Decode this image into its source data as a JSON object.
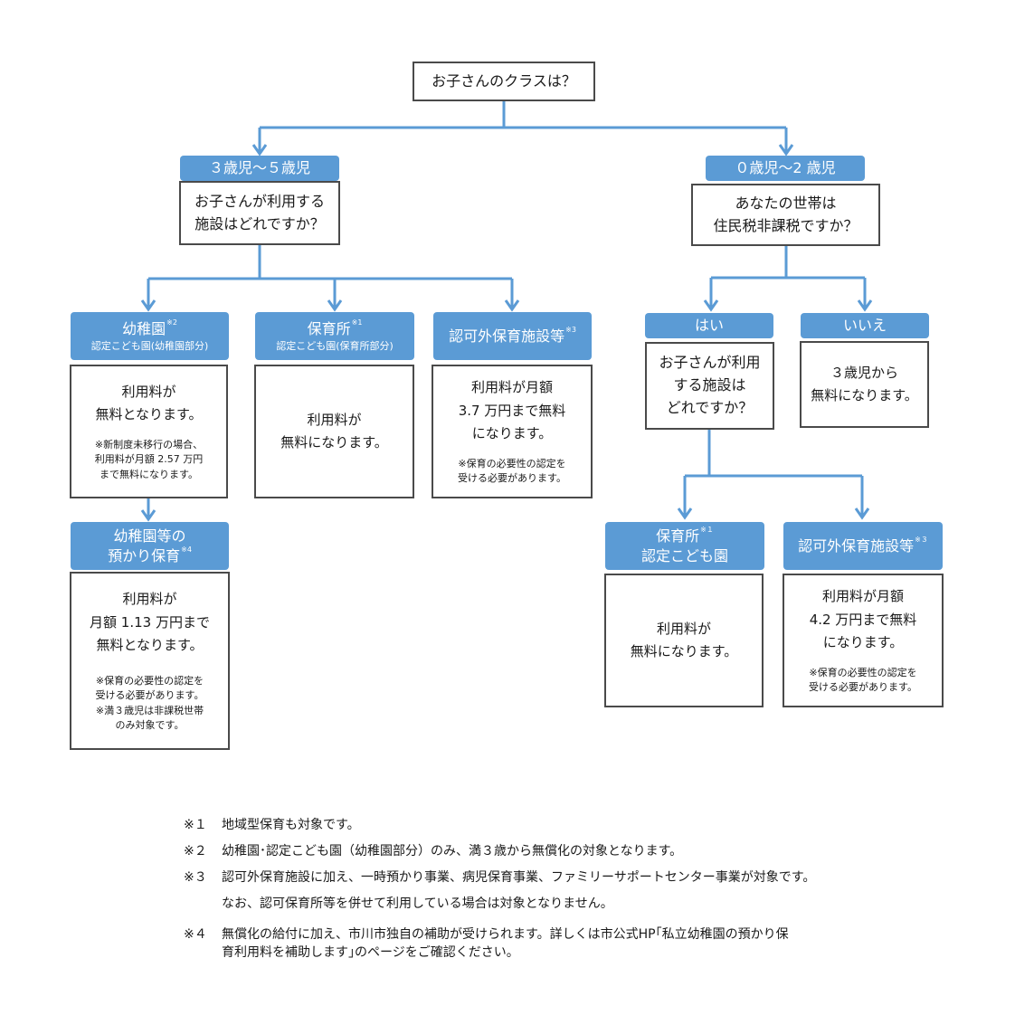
{
  "root": {
    "question": "お子さんのクラスは？"
  },
  "left": {
    "label": "３歳児～５歳児",
    "question": [
      "お子さんが利用する",
      "施設はどれですか？"
    ],
    "kindergarten": {
      "title": "幼稚園",
      "mark": "※2",
      "sub": "認定こども園(幼稚園部分)",
      "result": [
        "利用料が",
        "無料となります。"
      ],
      "note": [
        "※新制度未移行の場合、",
        "利用料が月額 2.57 万円",
        "まで無料になります。"
      ]
    },
    "nursery": {
      "title": "保育所",
      "mark": "※1",
      "sub": "認定こども園(保育所部分)",
      "result": [
        "利用料が",
        "無料になります。"
      ]
    },
    "unlicensed": {
      "title": "認可外保育施設等",
      "mark": "※3",
      "result": [
        "利用料が月額",
        "3.7 万円まで無料",
        "になります。"
      ],
      "note": [
        "※保育の必要性の認定を",
        "受ける必要があります。"
      ]
    },
    "temporary": {
      "title1": "幼稚園等の",
      "title2": "預かり保育",
      "mark": "※4",
      "result": [
        "利用料が",
        "月額 1.13 万円まで",
        "無料となります。"
      ],
      "note": [
        "※保育の必要性の認定を",
        "受ける必要があります。",
        "※満３歳児は非課税世帯",
        "のみ対象です。"
      ]
    }
  },
  "right": {
    "label": "０歳児～2 歳児",
    "question": [
      "あなたの世帯は",
      "住民税非課税ですか？"
    ],
    "yes": {
      "label": "はい",
      "question": [
        "お子さんが利用",
        "する施設は",
        "どれですか？"
      ]
    },
    "no": {
      "label": "いいえ",
      "result": [
        "３歳児から",
        "無料になります。"
      ]
    },
    "nursery": {
      "title1": "保育所",
      "mark": "※１",
      "title2": "認定こども園",
      "result": [
        "利用料が",
        "無料になります。"
      ]
    },
    "unlicensed": {
      "title": "認可外保育施設等",
      "mark": "※３",
      "result": [
        "利用料が月額",
        "4.2 万円まで無料",
        "になります。"
      ],
      "note": [
        "※保育の必要性の認定を",
        "受ける必要があります。"
      ]
    }
  },
  "footnotes": [
    {
      "mark": "※１",
      "lines": [
        "地域型保育も対象です。"
      ]
    },
    {
      "mark": "※２",
      "lines": [
        "幼稚園･認定こども園（幼稚園部分）のみ、満３歳から無償化の対象となります。"
      ]
    },
    {
      "mark": "※３",
      "lines": [
        "認可外保育施設に加え、一時預かり事業、病児保育事業、ファミリーサポートセンター事業が対象です。",
        "なお、認可保育所等を併せて利用している場合は対象となりません。"
      ]
    },
    {
      "mark": "※４",
      "lines": [
        "無償化の給付に加え、市川市独自の補助が受けられます。詳しくは市公式HP｢私立幼稚園の預かり保",
        "育利用料を補助します｣のページをご確認ください。"
      ]
    }
  ],
  "colors": {
    "line": "#5b9bd5",
    "label_bg": "#5b9bd5",
    "border": "#4a4a4a"
  }
}
